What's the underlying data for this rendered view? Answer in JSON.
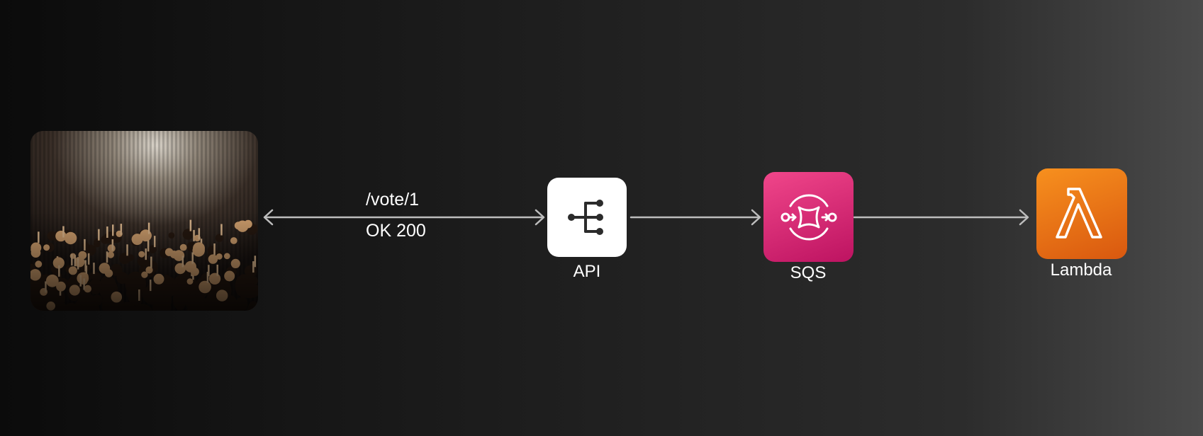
{
  "edges": {
    "client_api": {
      "request_label": "/vote/1",
      "response_label": "OK 200"
    }
  },
  "nodes": {
    "audience": {
      "icon": "crowd-photo"
    },
    "api": {
      "label": "API",
      "icon": "api-gateway-icon",
      "color": "#ffffff"
    },
    "sqs": {
      "label": "SQS",
      "icon": "sqs-queue-icon",
      "color_start": "#f0468a",
      "color_end": "#bd1361"
    },
    "lambda": {
      "label": "Lambda",
      "icon": "lambda-icon",
      "color_start": "#f7901e",
      "color_end": "#d9580f"
    }
  },
  "colors": {
    "connector": "#bdbdbd"
  }
}
